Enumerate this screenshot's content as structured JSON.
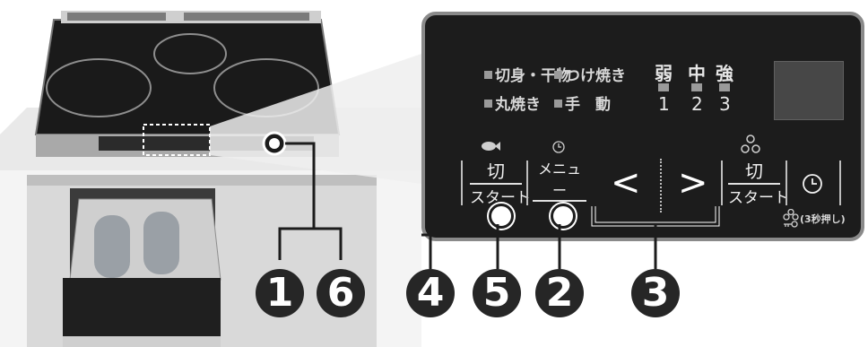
{
  "panel": {
    "modes": [
      {
        "label": "切身・干物"
      },
      {
        "label": "つけ焼き"
      },
      {
        "label": "丸焼き"
      },
      {
        "label": "手　動"
      }
    ],
    "levels": [
      {
        "kanji": "弱",
        "num": "1"
      },
      {
        "kanji": "中",
        "num": "2"
      },
      {
        "kanji": "強",
        "num": "3"
      }
    ],
    "buttons": {
      "left_top": "切",
      "left_bottom": "スタート",
      "menu": "メニュー",
      "prev": "<",
      "next": ">",
      "right_top": "切",
      "right_bottom": "スタート",
      "lock_note": "(3秒押し)"
    }
  },
  "badges": [
    "1",
    "6",
    "4",
    "5",
    "2",
    "3"
  ],
  "colors": {
    "panel_bg": "#1c1c1c",
    "panel_border": "#8a8a8a",
    "badge_bg": "#262626"
  }
}
